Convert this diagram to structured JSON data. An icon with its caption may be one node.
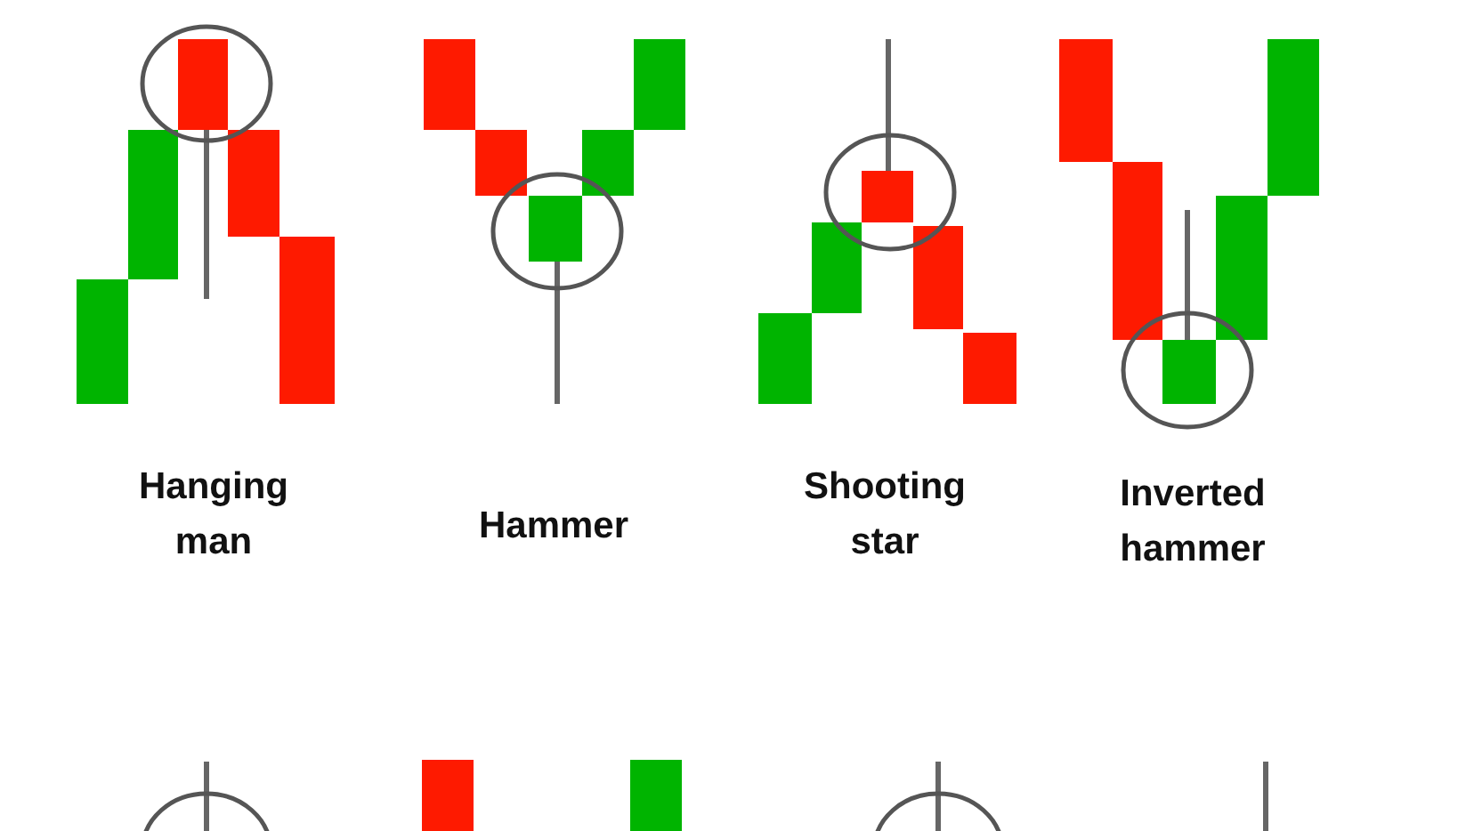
{
  "diagram": {
    "labels": [
      "Hanging man",
      "Hammer",
      "Shooting star",
      "Inverted hammer"
    ]
  }
}
